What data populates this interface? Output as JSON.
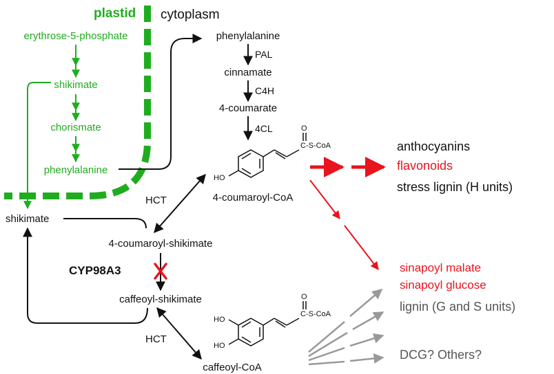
{
  "colors": {
    "plastid": "#1fad1f",
    "red": "#e8141e",
    "grey": "#999999",
    "black": "#111111"
  },
  "labels": {
    "plastid": "plastid",
    "cytoplasm": "cytoplasm",
    "erythrose": "erythrose-5-phosphate",
    "shikimate_plastid": "shikimate",
    "chorismate": "chorismate",
    "phenylalanine_plastid": "phenylalanine",
    "shikimate_cyto": "shikimate",
    "phenylalanine": "phenylalanine",
    "pal": "PAL",
    "cinnamate": "cinnamate",
    "c4h": "C4H",
    "coumarate": "4-coumarate",
    "fourcl": "4CL",
    "coumaroyl_coa": "4-coumaroyl-CoA",
    "hct_top": "HCT",
    "coumaroyl_shikimate": "4-coumaroyl-shikimate",
    "cyp98a3": "CYP98A3",
    "caffeoyl_shikimate": "caffeoyl-shikimate",
    "hct_bottom": "HCT",
    "caffeoyl_coa": "caffeoyl-CoA",
    "anthocyanins": "anthocyanins",
    "flavonoids": "flavonoids",
    "stress_lignin": "stress lignin (H units)",
    "sinapoyl_malate": "sinapoyl malate",
    "sinapoyl_glucose": "sinapoyl glucose",
    "lignin_gs": "lignin (G and S units)",
    "dcg": "DCG? Others?"
  },
  "structures": {
    "ho": "HO",
    "o": "O",
    "cscoa": "C-S-CoA"
  }
}
